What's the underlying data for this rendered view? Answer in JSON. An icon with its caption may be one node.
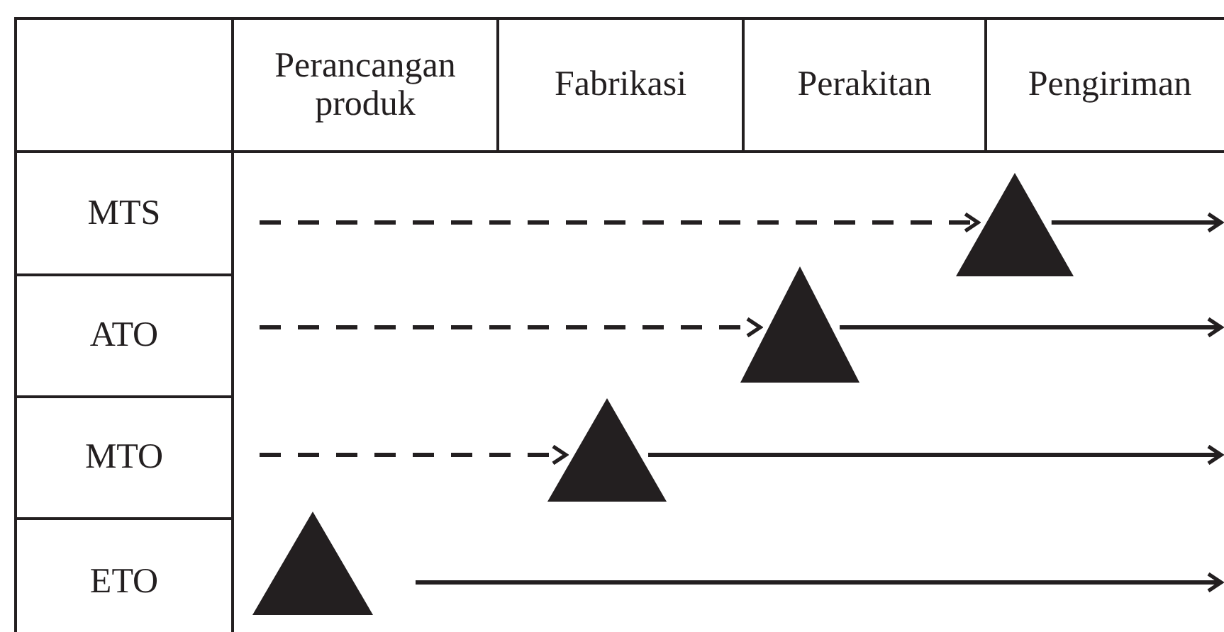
{
  "diagram": {
    "nodes": [
      {
        "text": [],
        "shape": "box"
      },
      {
        "text": [
          "Perancangan produk"
        ]
      },
      {
        "text": [
          "Fabrikasi"
        ]
      },
      {
        "text": [
          "Perakitan"
        ]
      },
      {
        "text": [
          "Pengiriman"
        ]
      },
      {
        "text": [
          "MTS"
        ]
      },
      {
        "text": [
          "ATO"
        ]
      },
      {
        "text": [
          "MTO"
        ]
      },
      {
        "text": [
          "ETO"
        ]
      },
      {
        "text": [],
        "shape": "triangle"
      },
      {
        "text": [],
        "shape": "triangle"
      },
      {
        "text": [],
        "shape": "triangle"
      },
      {
        "text": [],
        "shape": "triangle"
      }
    ],
    "edges": [
      {
        "from": null,
        "to": 9,
        "arrow": "to",
        "style": "dashed"
      },
      {
        "from": 9,
        "to": null,
        "arrow": "to"
      },
      {
        "from": null,
        "to": 10,
        "arrow": "to",
        "style": "dashed"
      },
      {
        "from": 10,
        "to": null,
        "arrow": "to"
      },
      {
        "from": null,
        "to": 11,
        "arrow": "to",
        "style": "dashed"
      },
      {
        "from": 11,
        "to": null,
        "arrow": "to"
      },
      {
        "from": 12,
        "to": null,
        "arrow": "to"
      }
    ]
  }
}
